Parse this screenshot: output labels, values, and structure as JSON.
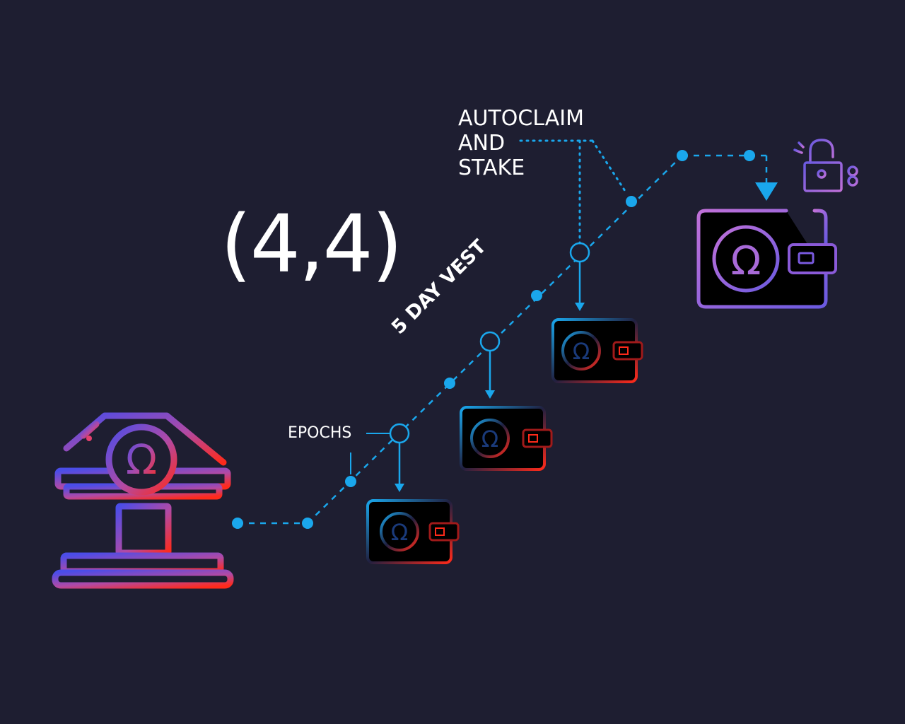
{
  "title": "(4,4)",
  "labels": {
    "autoclaim_lines": [
      "AUTOCLAIM",
      "AND",
      "STAKE"
    ],
    "vest": "5 DAY VEST",
    "epochs": "EPOCHS"
  },
  "icons": {
    "treasury": "bank-omega-icon",
    "wallet": "wallet-omega-icon",
    "lock": "unlock-icon"
  },
  "colors": {
    "background": "#1e1e31",
    "flow": "#1aa7ec",
    "gradient_start": "#4b4de8",
    "gradient_mid": "#b04aa6",
    "gradient_end": "#ff2a1a",
    "wallet_large_start": "#b06fd6",
    "wallet_large_end": "#6a5ae0"
  }
}
